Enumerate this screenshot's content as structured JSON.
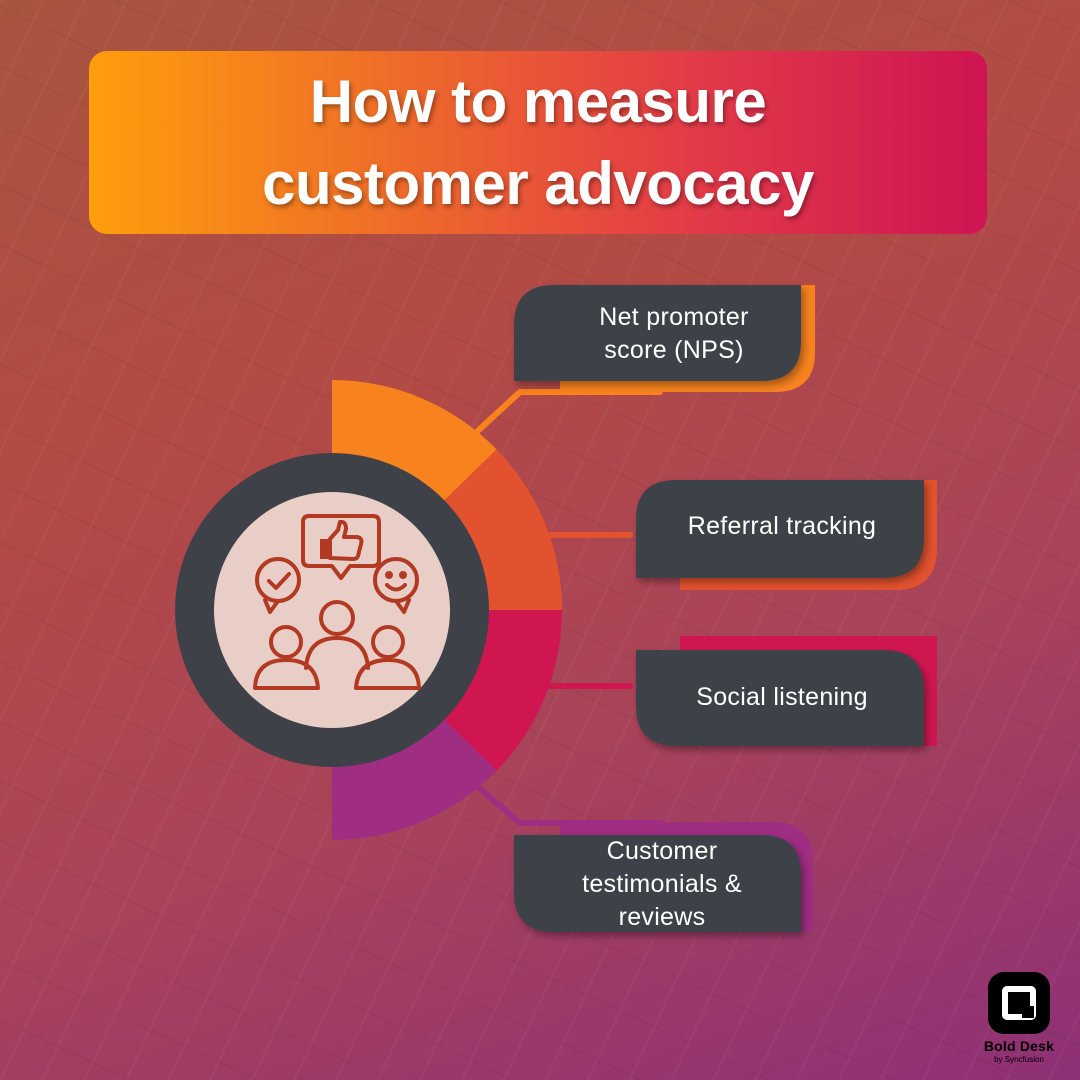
{
  "title": {
    "line1": "How to measure",
    "line2": "customer advocacy"
  },
  "items": [
    {
      "label": "Net promoter score (NPS)",
      "color": "#f7821e"
    },
    {
      "label": "Referral tracking",
      "color": "#e2522e"
    },
    {
      "label": "Social listening",
      "color": "#d01651"
    },
    {
      "label": "Customer testimonials & reviews",
      "color": "#9f2d82"
    }
  ],
  "center_icon": "people-feedback-icon",
  "logo": {
    "name": "Bold Desk",
    "tagline": "by Syncfusion"
  },
  "colors": {
    "card": "#3e4248",
    "hub_ring": "#3e4248",
    "hub_fill": "#e9cec8",
    "icon_stroke": "#b23a22"
  }
}
